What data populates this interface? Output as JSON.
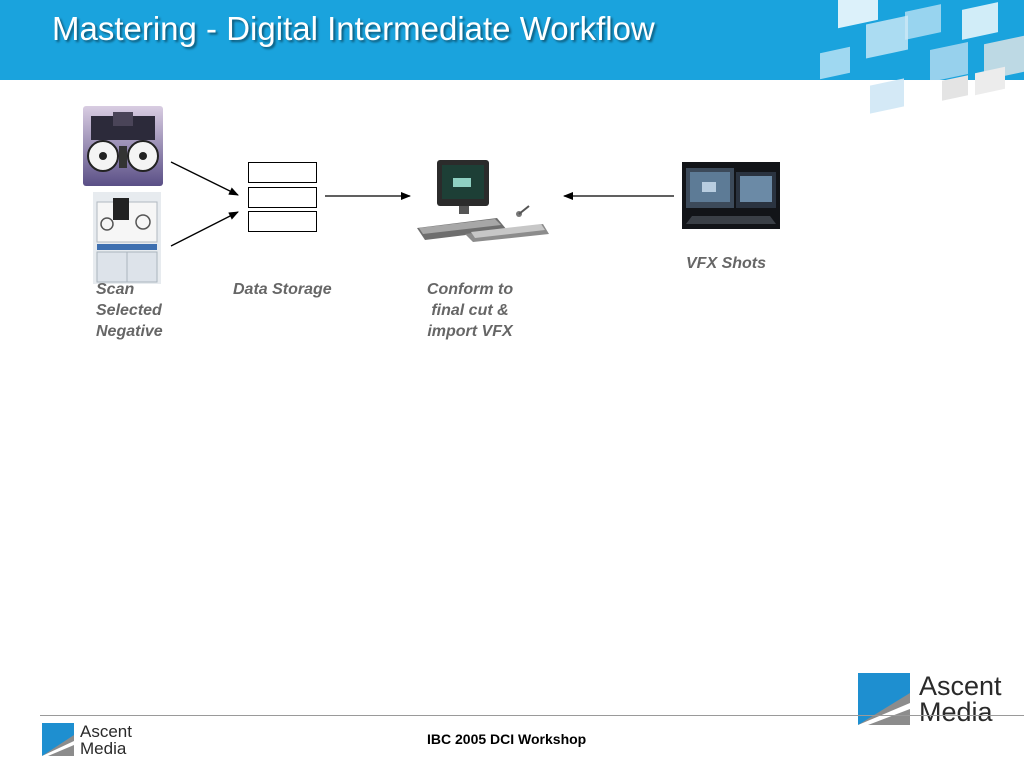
{
  "slide": {
    "title": "Mastering - Digital Intermediate Workflow"
  },
  "diagram": {
    "nodes": {
      "scan": {
        "label_lines": [
          "Scan",
          "Selected",
          "Negative"
        ],
        "icon": "film-scanner-icon"
      },
      "storage": {
        "label": "Data Storage",
        "icon": "storage-stack-icon"
      },
      "conform": {
        "label_lines": [
          "Conform to",
          "final cut &",
          "import VFX"
        ],
        "icon": "workstation-icon"
      },
      "vfx": {
        "label": "VFX Shots",
        "icon": "vfx-monitor-icon"
      }
    },
    "edges": [
      {
        "from": "scan",
        "to": "storage"
      },
      {
        "from": "storage",
        "to": "conform"
      },
      {
        "from": "vfx",
        "to": "conform"
      }
    ]
  },
  "footer": {
    "text": "IBC 2005 DCI Workshop"
  },
  "brand": {
    "logo_line1": "Ascent",
    "logo_line2": "Media",
    "colors": {
      "header": "#1aa3dd",
      "logo_blue": "#1e8fd0",
      "logo_grey": "#8c8c8c"
    }
  }
}
